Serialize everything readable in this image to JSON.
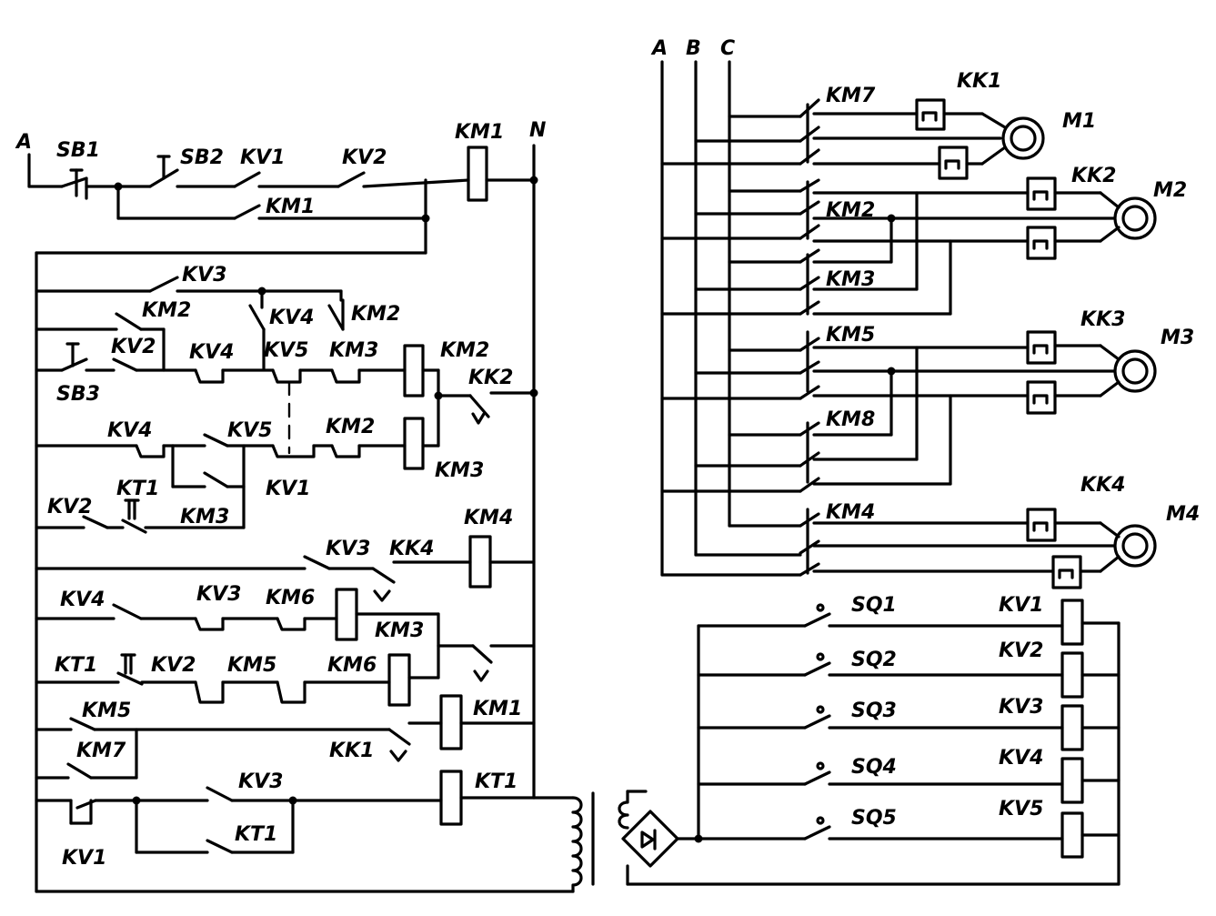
{
  "control": {
    "phase_a": "A",
    "neutral": "N",
    "sb1": "SB1",
    "sb2": "SB2",
    "sb3": "SB3",
    "row1": {
      "kv1": "KV1",
      "kv2": "KV2",
      "km1_coil": "KM1",
      "km1_hold": "KM1"
    },
    "row2": {
      "kv3": "KV3",
      "km2_a": "KM2",
      "kv4": "KV4",
      "km2_b": "KM2"
    },
    "row3": {
      "kv2": "KV2",
      "kv4": "KV4",
      "kv5": "KV5",
      "km3": "KM3",
      "km2_coil": "KM2",
      "kk2": "KK2"
    },
    "row4": {
      "kv4": "KV4",
      "kv5": "KV5",
      "km2": "KM2",
      "km3_coil": "KM3",
      "kv1": "KV1"
    },
    "row5": {
      "kv2": "KV2",
      "kt1": "KT1",
      "km3": "KM3"
    },
    "row6": {
      "kv3": "KV3",
      "kk4": "KK4",
      "km4_coil": "KM4"
    },
    "row7": {
      "kv4": "KV4",
      "kv3": "KV3",
      "km6": "KM6",
      "km3_coil": "KM3"
    },
    "row8": {
      "kt1": "KT1",
      "kv2": "KV2",
      "km5": "KM5",
      "km6_coil": "KM6"
    },
    "row9": {
      "km5": "KM5",
      "km7": "KM7",
      "kk1": "KK1",
      "km1_coil": "KM1"
    },
    "row10": {
      "kv1": "KV1",
      "kv3": "KV3",
      "kt1_contact": "KT1",
      "kt1_coil": "KT1"
    }
  },
  "power": {
    "bus_a": "A",
    "bus_b": "B",
    "bus_c": "C",
    "km7": "KM7",
    "kk1": "KK1",
    "m1": "M1",
    "km2": "KM2",
    "kk2": "KK2",
    "m2": "M2",
    "km3": "KM3",
    "km5": "KM5",
    "kk3": "KK3",
    "m3": "M3",
    "km8": "KM8",
    "km4": "KM4",
    "kk4": "KK4",
    "m4": "M4"
  },
  "limits": {
    "rows": [
      {
        "sq": "SQ1",
        "kv": "KV1"
      },
      {
        "sq": "SQ2",
        "kv": "KV2"
      },
      {
        "sq": "SQ3",
        "kv": "KV3"
      },
      {
        "sq": "SQ4",
        "kv": "KV4"
      },
      {
        "sq": "SQ5",
        "kv": "KV5"
      }
    ]
  }
}
